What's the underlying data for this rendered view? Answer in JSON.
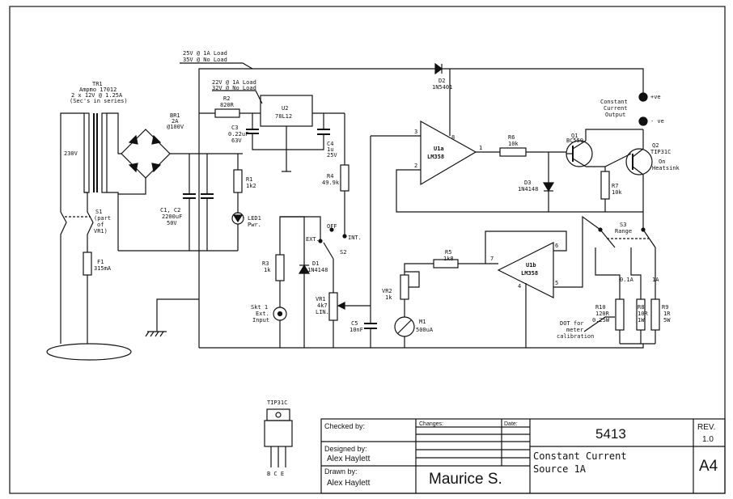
{
  "supply_note": {
    "line1": "25V @ 1A Load",
    "line2": "35V @ No Load"
  },
  "reg_note": {
    "line1": "22V @ 1A Load",
    "line2": "32V @ No Load"
  },
  "tr1": {
    "ref": "TR1",
    "line1": "Ampmo 17012",
    "line2": "2 x 12V @ 1.25A",
    "line3": "(Sec's in series)"
  },
  "mains": {
    "voltage": "230V"
  },
  "s1": {
    "ref": "S1",
    "line1": "(part",
    "line2": "of",
    "line3": "VR1)"
  },
  "f1": {
    "ref": "F1",
    "value": "315mA"
  },
  "br1": {
    "ref": "BR1",
    "line1": "2A",
    "line2": "@100V"
  },
  "c1c2": {
    "ref": "C1, C2",
    "line1": "2200uF",
    "line2": "50V"
  },
  "r1": {
    "ref": "R1",
    "value": "1k2"
  },
  "led1": {
    "ref": "LED1",
    "value": "Pwr."
  },
  "r2": {
    "ref": "R2",
    "value": "820R"
  },
  "u2": {
    "ref": "U2",
    "value": "78L12"
  },
  "c3": {
    "ref": "C3",
    "line1": "0.22uF",
    "line2": "63V"
  },
  "c4": {
    "ref": "C4",
    "line1": "1u",
    "line2": "25V"
  },
  "r4": {
    "ref": "R4",
    "value": "49.9k"
  },
  "d2": {
    "ref": "D2",
    "value": "1N5401"
  },
  "u1a": {
    "ref": "U1a",
    "value": "LM358",
    "pin_plus": "3",
    "pin_minus": "2",
    "pin_out": "1",
    "pin_supply": "8"
  },
  "r6": {
    "ref": "R6",
    "value": "10k"
  },
  "d3": {
    "ref": "D3",
    "value": "1N4148"
  },
  "q1": {
    "ref": "Q1",
    "value": "BC559"
  },
  "q2": {
    "ref": "Q2",
    "value": "TIP31C",
    "note1": "On",
    "note2": "Heatsink"
  },
  "r7": {
    "ref": "R7",
    "value": "10k"
  },
  "output": {
    "line1": "Constant",
    "line2": "Current",
    "line3": "Output",
    "pos": "+ve",
    "neg": "- ve"
  },
  "s3": {
    "ref": "S3",
    "label": "Range",
    "range_low": "0.1A",
    "range_high": "1A"
  },
  "u1b": {
    "ref": "U1b",
    "value": "LM358",
    "pin_out": "7",
    "pin_minus": "6",
    "pin_plus": "5",
    "pin_gnd": "4"
  },
  "r5": {
    "ref": "R5",
    "value": "1k8"
  },
  "s2": {
    "ref": "S2",
    "ext": "EXT.",
    "off": "OFF",
    "int": "INT."
  },
  "r3": {
    "ref": "R3",
    "value": "1k"
  },
  "d1": {
    "ref": "D1",
    "value": "1N4148"
  },
  "skt1": {
    "line1": "Skt 1",
    "line2": "Ext.",
    "line3": "Input"
  },
  "vr1": {
    "ref": "VR1",
    "line1": "4k7",
    "line2": "LIN."
  },
  "c5": {
    "ref": "C5",
    "value": "10nF"
  },
  "vr2": {
    "ref": "VR2",
    "value": "1k"
  },
  "m1": {
    "ref": "M1",
    "value": "500uA"
  },
  "r10": {
    "ref": "R10",
    "line1": "120R",
    "line2": "0.25W"
  },
  "r8": {
    "ref": "R8",
    "line1": "10R",
    "line2": "1W"
  },
  "r9": {
    "ref": "R9",
    "line1": "1R",
    "line2": "5W"
  },
  "sot_note": {
    "line1": "DOT for",
    "line2": "meter",
    "line3": "calibration"
  },
  "tip31c_pinout": {
    "title": "TIP31C",
    "pins": "B C E"
  },
  "title_block": {
    "checked_by_label": "Checked by:",
    "designed_by_label": "Designed by:",
    "designed_by": "Alex Haylett",
    "drawn_by_label": "Drawn by:",
    "drawn_by": "Alex Haylett",
    "changes_label": "Changes:",
    "date_label": "Date:",
    "maker": "Maurice S.",
    "number": "5413",
    "rev_label": "REV.",
    "rev": "1.0",
    "title_line1": "Constant Current",
    "title_line2": "Source 1A",
    "size": "A4"
  }
}
